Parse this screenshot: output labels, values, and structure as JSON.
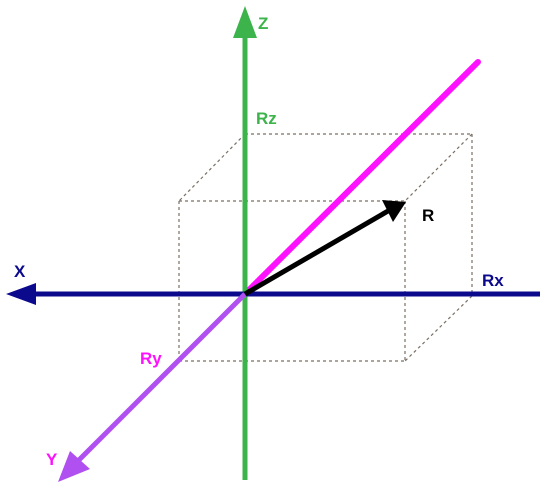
{
  "labels": {
    "z_axis": "Z",
    "x_axis": "X",
    "y_axis": "Y",
    "rz": "Rz",
    "rx": "Rx",
    "ry": "Ry",
    "r": "R"
  },
  "colors": {
    "z_axis": "#3cb44b",
    "x_axis": "#0c0a8c",
    "y_axis_near": "#b050f0",
    "y_axis_far": "#ff10ff",
    "vector_r": "#000000",
    "box": "#7a6f66",
    "label_r": "#000000"
  }
}
